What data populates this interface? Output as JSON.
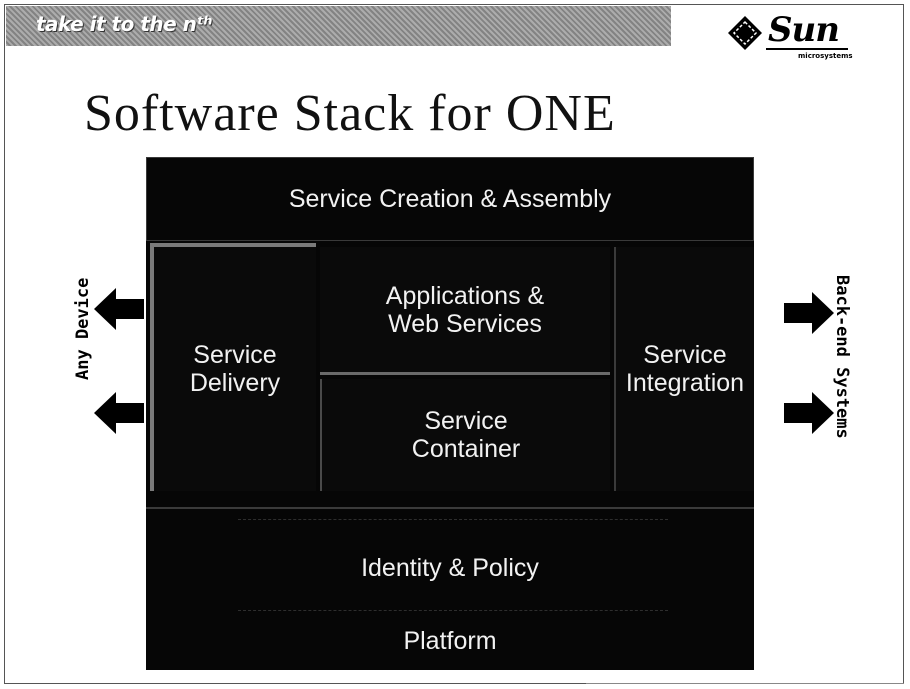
{
  "header": {
    "tagline": "take it to the nᵗʰ"
  },
  "logo": {
    "word": "Sun",
    "sub": "microsystems"
  },
  "slide": {
    "title": "Software Stack for ONE"
  },
  "diagram": {
    "blocks": {
      "creation": "Service Creation & Assembly",
      "delivery_line1": "Service",
      "delivery_line2": "Delivery",
      "apps_line1": "Applications &",
      "apps_line2": "Web Services",
      "container_line1": "Service",
      "container_line2": "Container",
      "integration_line1": "Service",
      "integration_line2": "Integration",
      "identity": "Identity & Policy",
      "platform": "Platform"
    },
    "left_label": "Any Device",
    "right_label": "Back-end Systems"
  },
  "colors": {
    "block_fill": "#060606",
    "block_text": "#f2f2f2",
    "tagline_bar": "#9a9a9a"
  }
}
